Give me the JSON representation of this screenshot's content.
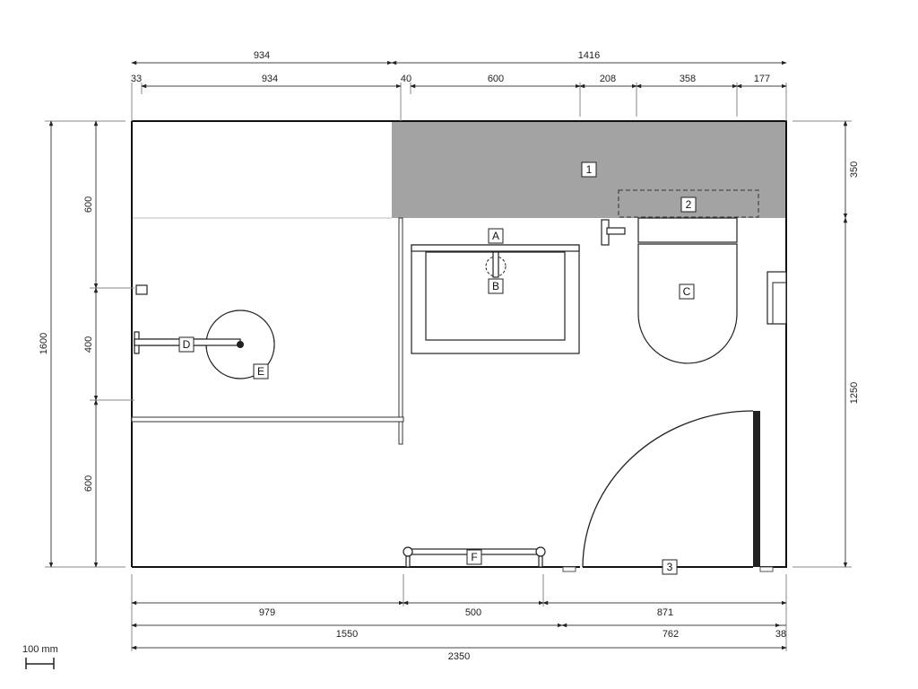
{
  "dimensions": {
    "top_overall": [
      "934",
      "1416"
    ],
    "top_detail": [
      "33",
      "934",
      "40",
      "600",
      "208",
      "358",
      "177"
    ],
    "bottom_row1": [
      "979",
      "500",
      "871"
    ],
    "bottom_row2": [
      "1550",
      "762",
      "38"
    ],
    "bottom_total": "2350",
    "left_total": "1600",
    "left_detail": [
      "600",
      "400",
      "600"
    ],
    "right_detail": [
      "350",
      "1250"
    ]
  },
  "tags": {
    "zone1": "1",
    "zone2": "2",
    "zone3": "3",
    "A": "A",
    "B": "B",
    "C": "C",
    "D": "D",
    "E": "E",
    "F": "F"
  },
  "scale_bar": "100 mm",
  "colors": {
    "counter": "#a3a3a3",
    "wall": "#111111"
  }
}
